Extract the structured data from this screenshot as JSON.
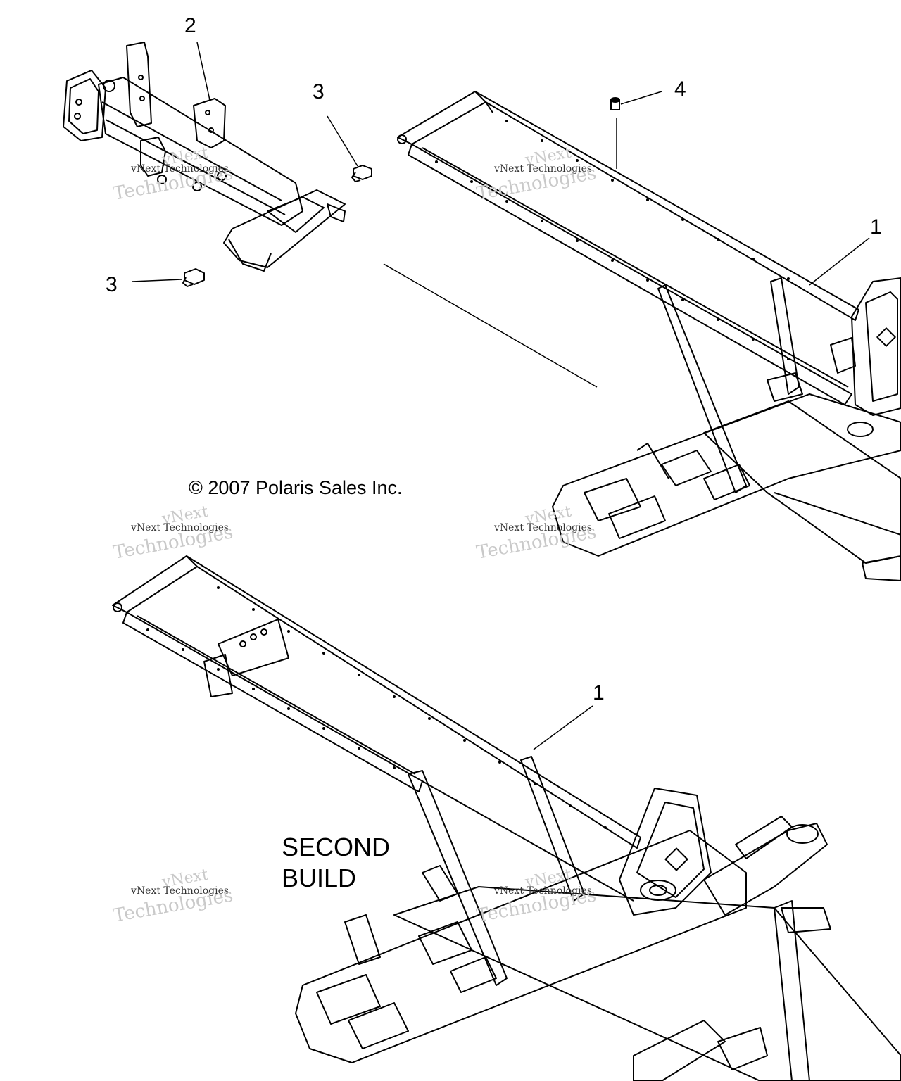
{
  "callouts": {
    "c1_top": "1",
    "c1_bottom": "1",
    "c2": "2",
    "c3_upper": "3",
    "c3_lower": "3",
    "c4": "4"
  },
  "copyright": "© 2007 Polaris Sales Inc.",
  "second_build": {
    "line1": "SECOND",
    "line2": "BUILD"
  },
  "watermark": {
    "brand": "vNext",
    "line": "vNext Technologies",
    "big": "Technologies"
  },
  "colors": {
    "line": "#000000",
    "background": "#ffffff",
    "watermark": "#c9c9c9"
  }
}
